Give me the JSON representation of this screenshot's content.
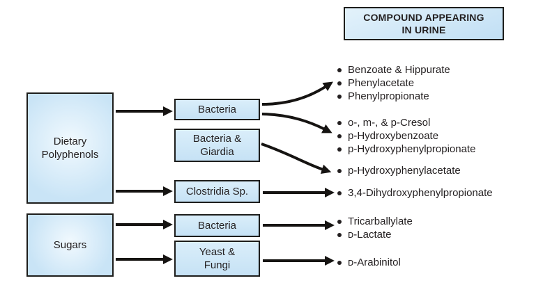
{
  "header": {
    "line1": "COMPOUND APPEARING",
    "line2": "IN URINE"
  },
  "sources": [
    {
      "name": "dietary-polyphenols",
      "lines": [
        "Dietary",
        "Polyphenols"
      ]
    },
    {
      "name": "sugars",
      "lines": [
        "Sugars"
      ]
    }
  ],
  "organisms": [
    {
      "name": "bacteria-1",
      "lines": [
        "Bacteria"
      ]
    },
    {
      "name": "bacteria-giardia",
      "lines": [
        "Bacteria &",
        "Giardia"
      ]
    },
    {
      "name": "clostridia-sp",
      "lines": [
        "Clostridia Sp."
      ]
    },
    {
      "name": "bacteria-2",
      "lines": [
        "Bacteria"
      ]
    },
    {
      "name": "yeast-fungi",
      "lines": [
        "Yeast &",
        "Fungi"
      ]
    }
  ],
  "compounds": {
    "group1": [
      "Benzoate & Hippurate",
      "Phenylacetate",
      "Phenylpropionate"
    ],
    "group2": [
      "o-, m-, & p-Cresol",
      "p-Hydroxybenzoate",
      "p-Hydroxyphenylpropionate"
    ],
    "group3": [
      "p-Hydroxyphenylacetate"
    ],
    "group4": [
      "3,4-Dihydroxyphenylpropionate"
    ],
    "group5": [
      "Tricarballylate",
      "ᴅ-Lactate"
    ],
    "group6": [
      "ᴅ-Arabinitol"
    ]
  },
  "colors": {
    "box_fill": "#c9e4f6",
    "box_fill_highlight": "#f1f9fe",
    "border": "#1d1d1b",
    "arrow": "#161412",
    "text": "#231f20",
    "background": "#ffffff"
  }
}
